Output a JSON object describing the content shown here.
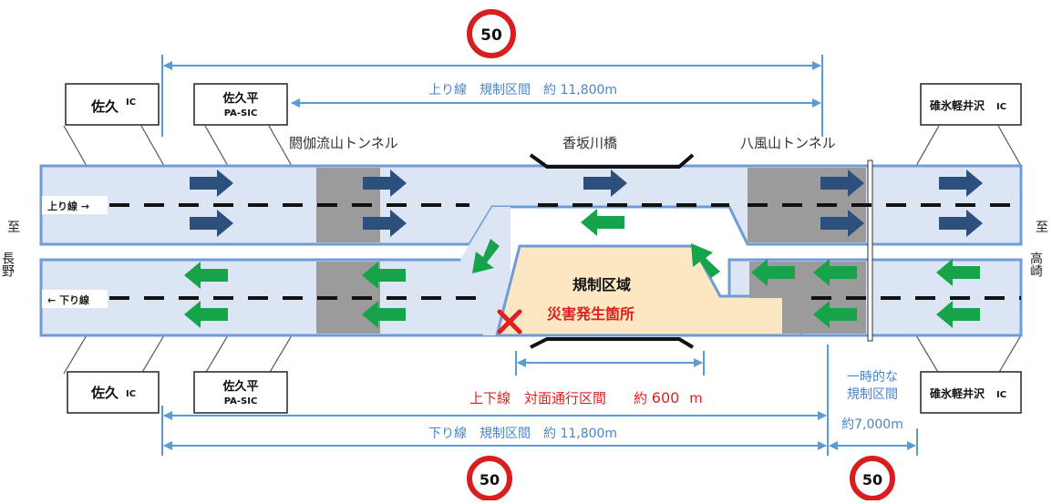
{
  "speed_limit": "50",
  "facilities": {
    "saku_ic": "佐久",
    "ic_suffix": "IC",
    "sakudaira": "佐久平",
    "pa_sic": "PA-SIC",
    "usui_karuizawa": "碓氷軽井沢",
    "ic_suffix_small": "IC"
  },
  "structures": {
    "tunnel_left": "閼伽流山トンネル",
    "bridge": "香坂川橋",
    "tunnel_right": "八風山トンネル"
  },
  "lanes": {
    "up_label": "上り線 →",
    "down_label": "← 下り線"
  },
  "directions": {
    "left_to": "至",
    "left_place": "長野",
    "right_to": "至",
    "right_place": "高崎"
  },
  "regulation": {
    "up_section": "上り線　規制区間　約 11,800m",
    "down_section": "下り線　規制区間　約 11,800m",
    "two_way_prefix": "上下線　対面通行区間　　約",
    "two_way_num": "600",
    "two_way_unit": "m",
    "zone": "規制区域",
    "disaster": "災害発生箇所",
    "temp_line1": "一時的な",
    "temp_line2": "規制区間",
    "temp_dist": "約7,000m"
  },
  "colors": {
    "road_fill": "#dbe5f3",
    "road_edge": "#6f9bd6",
    "tunnel": "#9b9b9b",
    "arrow_blue": "#2c4f7c",
    "arrow_green": "#17a34a",
    "zone_fill": "#fbe8c2",
    "dim_line": "#5b9bd5",
    "warning_red": "#e02020",
    "sign_red": "#d81e1e"
  }
}
